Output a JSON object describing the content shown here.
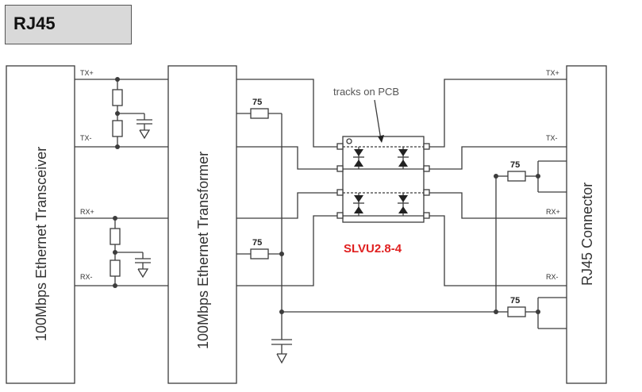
{
  "title": "RJ45",
  "blocks": {
    "transceiver": "100Mbps Ethernet Transceiver",
    "transformer": "100Mbps Ethernet Transformer",
    "connector": "RJ45 Connector"
  },
  "signals": {
    "tx_plus": "TX+",
    "tx_minus": "TX-",
    "rx_plus": "RX+",
    "rx_minus": "RX-"
  },
  "resistors": [
    "75",
    "75",
    "75",
    "75"
  ],
  "annotation": "tracks on PCB",
  "part_number": "SLVU2.8-4",
  "colors": {
    "part_label": "#e02020",
    "title_box": "#d9d9d9"
  }
}
